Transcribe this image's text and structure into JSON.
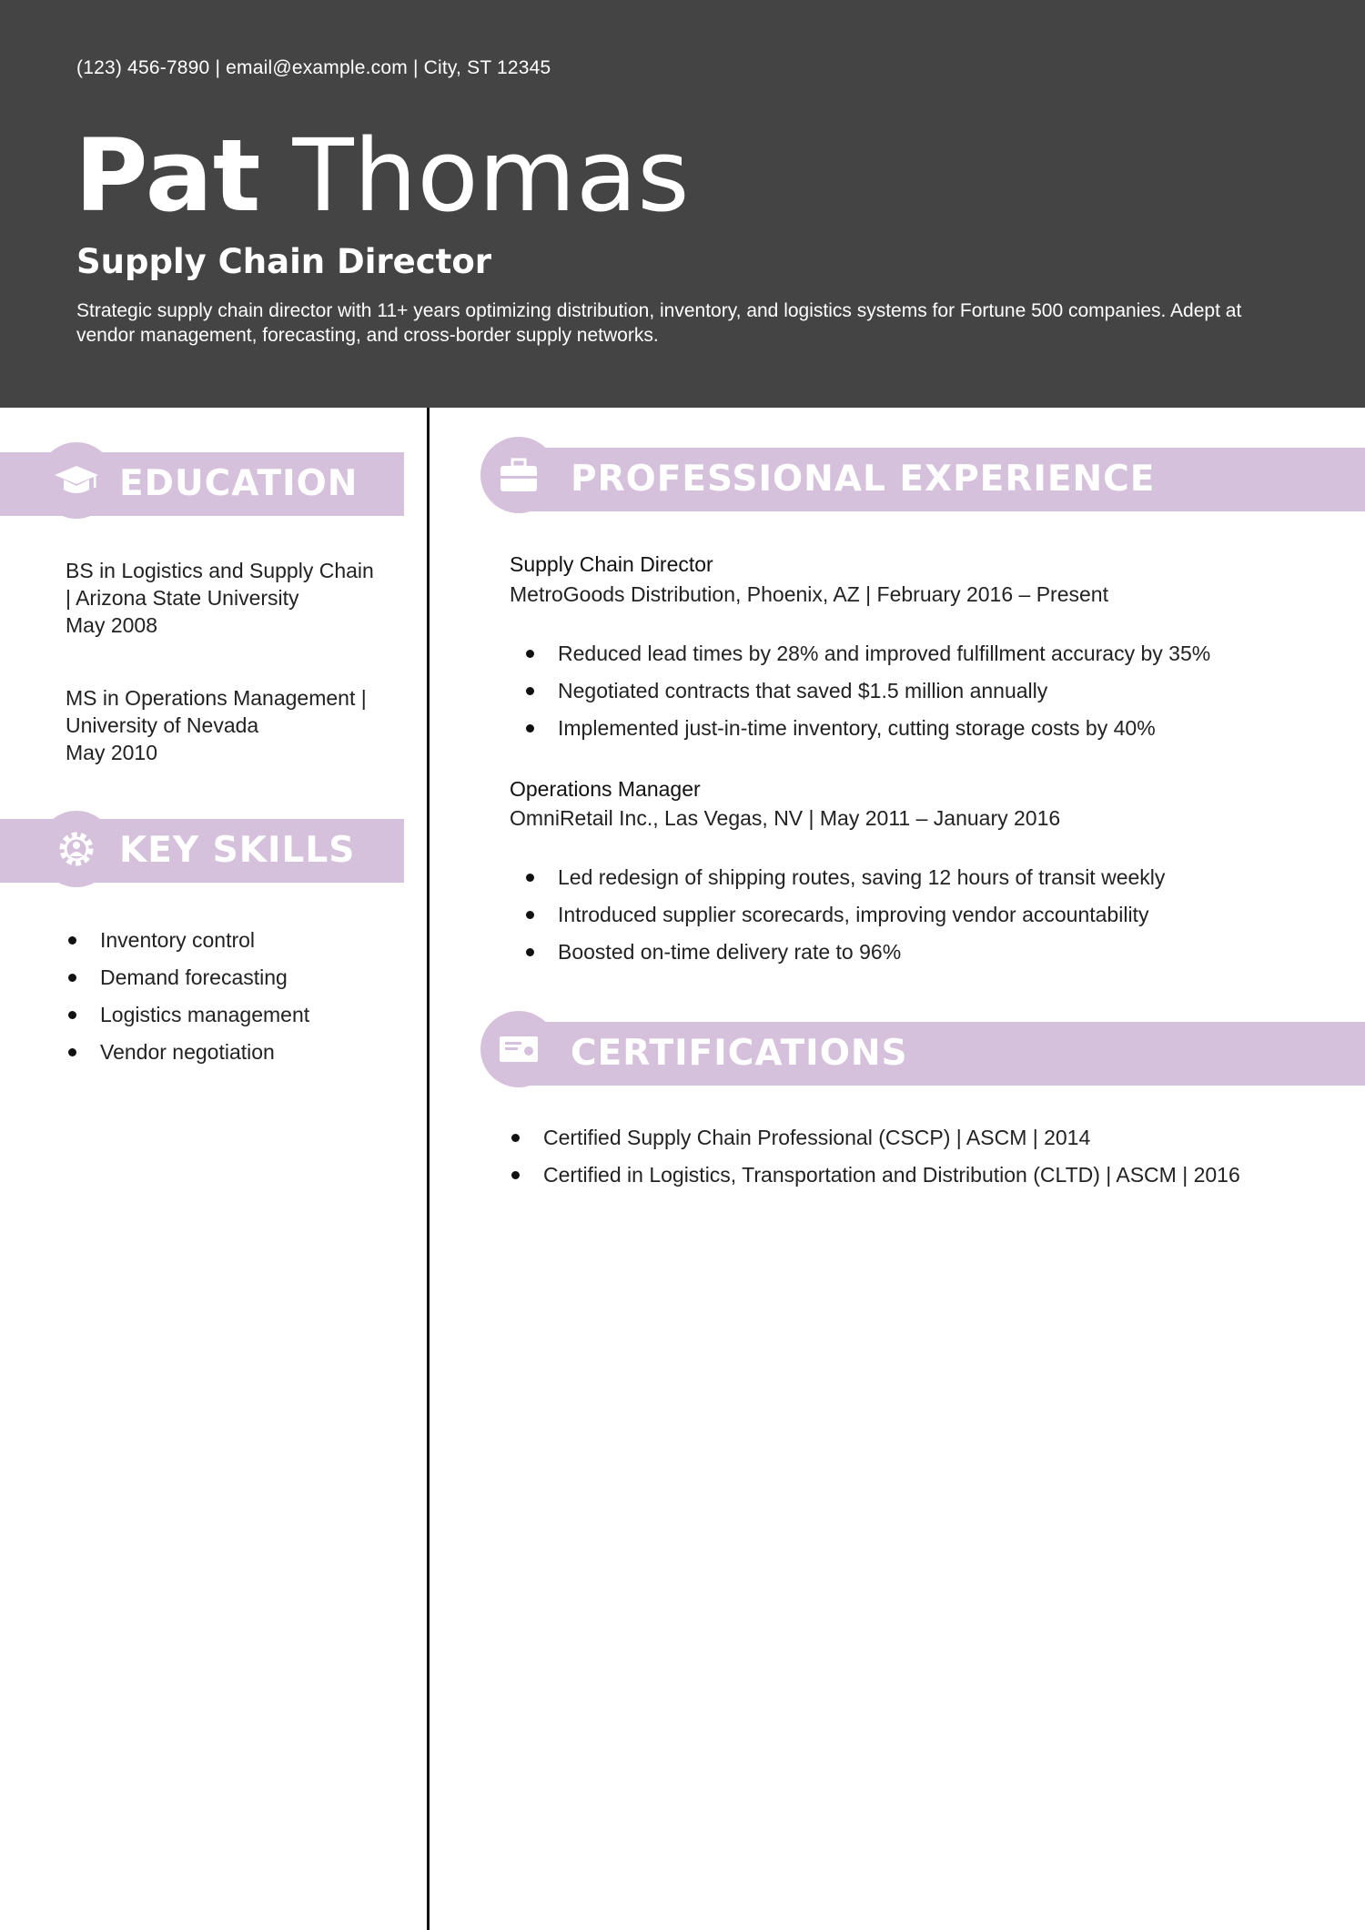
{
  "header": {
    "contact": "(123) 456-7890 | email@example.com | City, ST 12345",
    "first_name": "Pat",
    "last_name": "Thomas",
    "role": "Supply Chain Director",
    "summary": "Strategic supply chain director with 11+ years optimizing distribution, inventory, and logistics systems for Fortune 500 companies. Adept at vendor management, forecasting, and cross-border supply networks."
  },
  "education": {
    "title": "EDUCATION",
    "entries": [
      {
        "line1": "BS in Logistics and Supply Chain",
        "line2": " | Arizona State University",
        "date": "May 2008"
      },
      {
        "line1": "MS in Operations Management |",
        "line2": "University of Nevada",
        "date": "May 2010"
      }
    ]
  },
  "skills": {
    "title": "KEY SKILLS",
    "items": [
      "Inventory control",
      "Demand forecasting",
      "Logistics management",
      "Vendor negotiation"
    ]
  },
  "experience": {
    "title": "PROFESSIONAL EXPERIENCE",
    "jobs": [
      {
        "title": "Supply Chain Director",
        "meta": "MetroGoods Distribution, Phoenix, AZ | February 2016 – Present",
        "bullets": [
          "Reduced lead times by 28% and improved fulfillment accuracy by 35%",
          "Negotiated contracts that saved $1.5 million annually",
          "Implemented just-in-time inventory, cutting storage costs by 40%"
        ]
      },
      {
        "title": "Operations Manager",
        "meta": "OmniRetail Inc., Las Vegas, NV | May 2011 – January 2016",
        "bullets": [
          "Led redesign of shipping routes, saving 12 hours of transit weekly",
          "Introduced supplier scorecards, improving vendor accountability",
          "Boosted on-time delivery rate to 96%"
        ]
      }
    ]
  },
  "certifications": {
    "title": "CERTIFICATIONS",
    "items": [
      "Certified Supply Chain Professional (CSCP) | ASCM | 2014",
      "Certified in Logistics, Transportation and Distribution (CLTD) | ASCM | 2016"
    ]
  },
  "colors": {
    "header_bg": "#444444",
    "accent": "#d5c1db",
    "text": "#222222"
  }
}
